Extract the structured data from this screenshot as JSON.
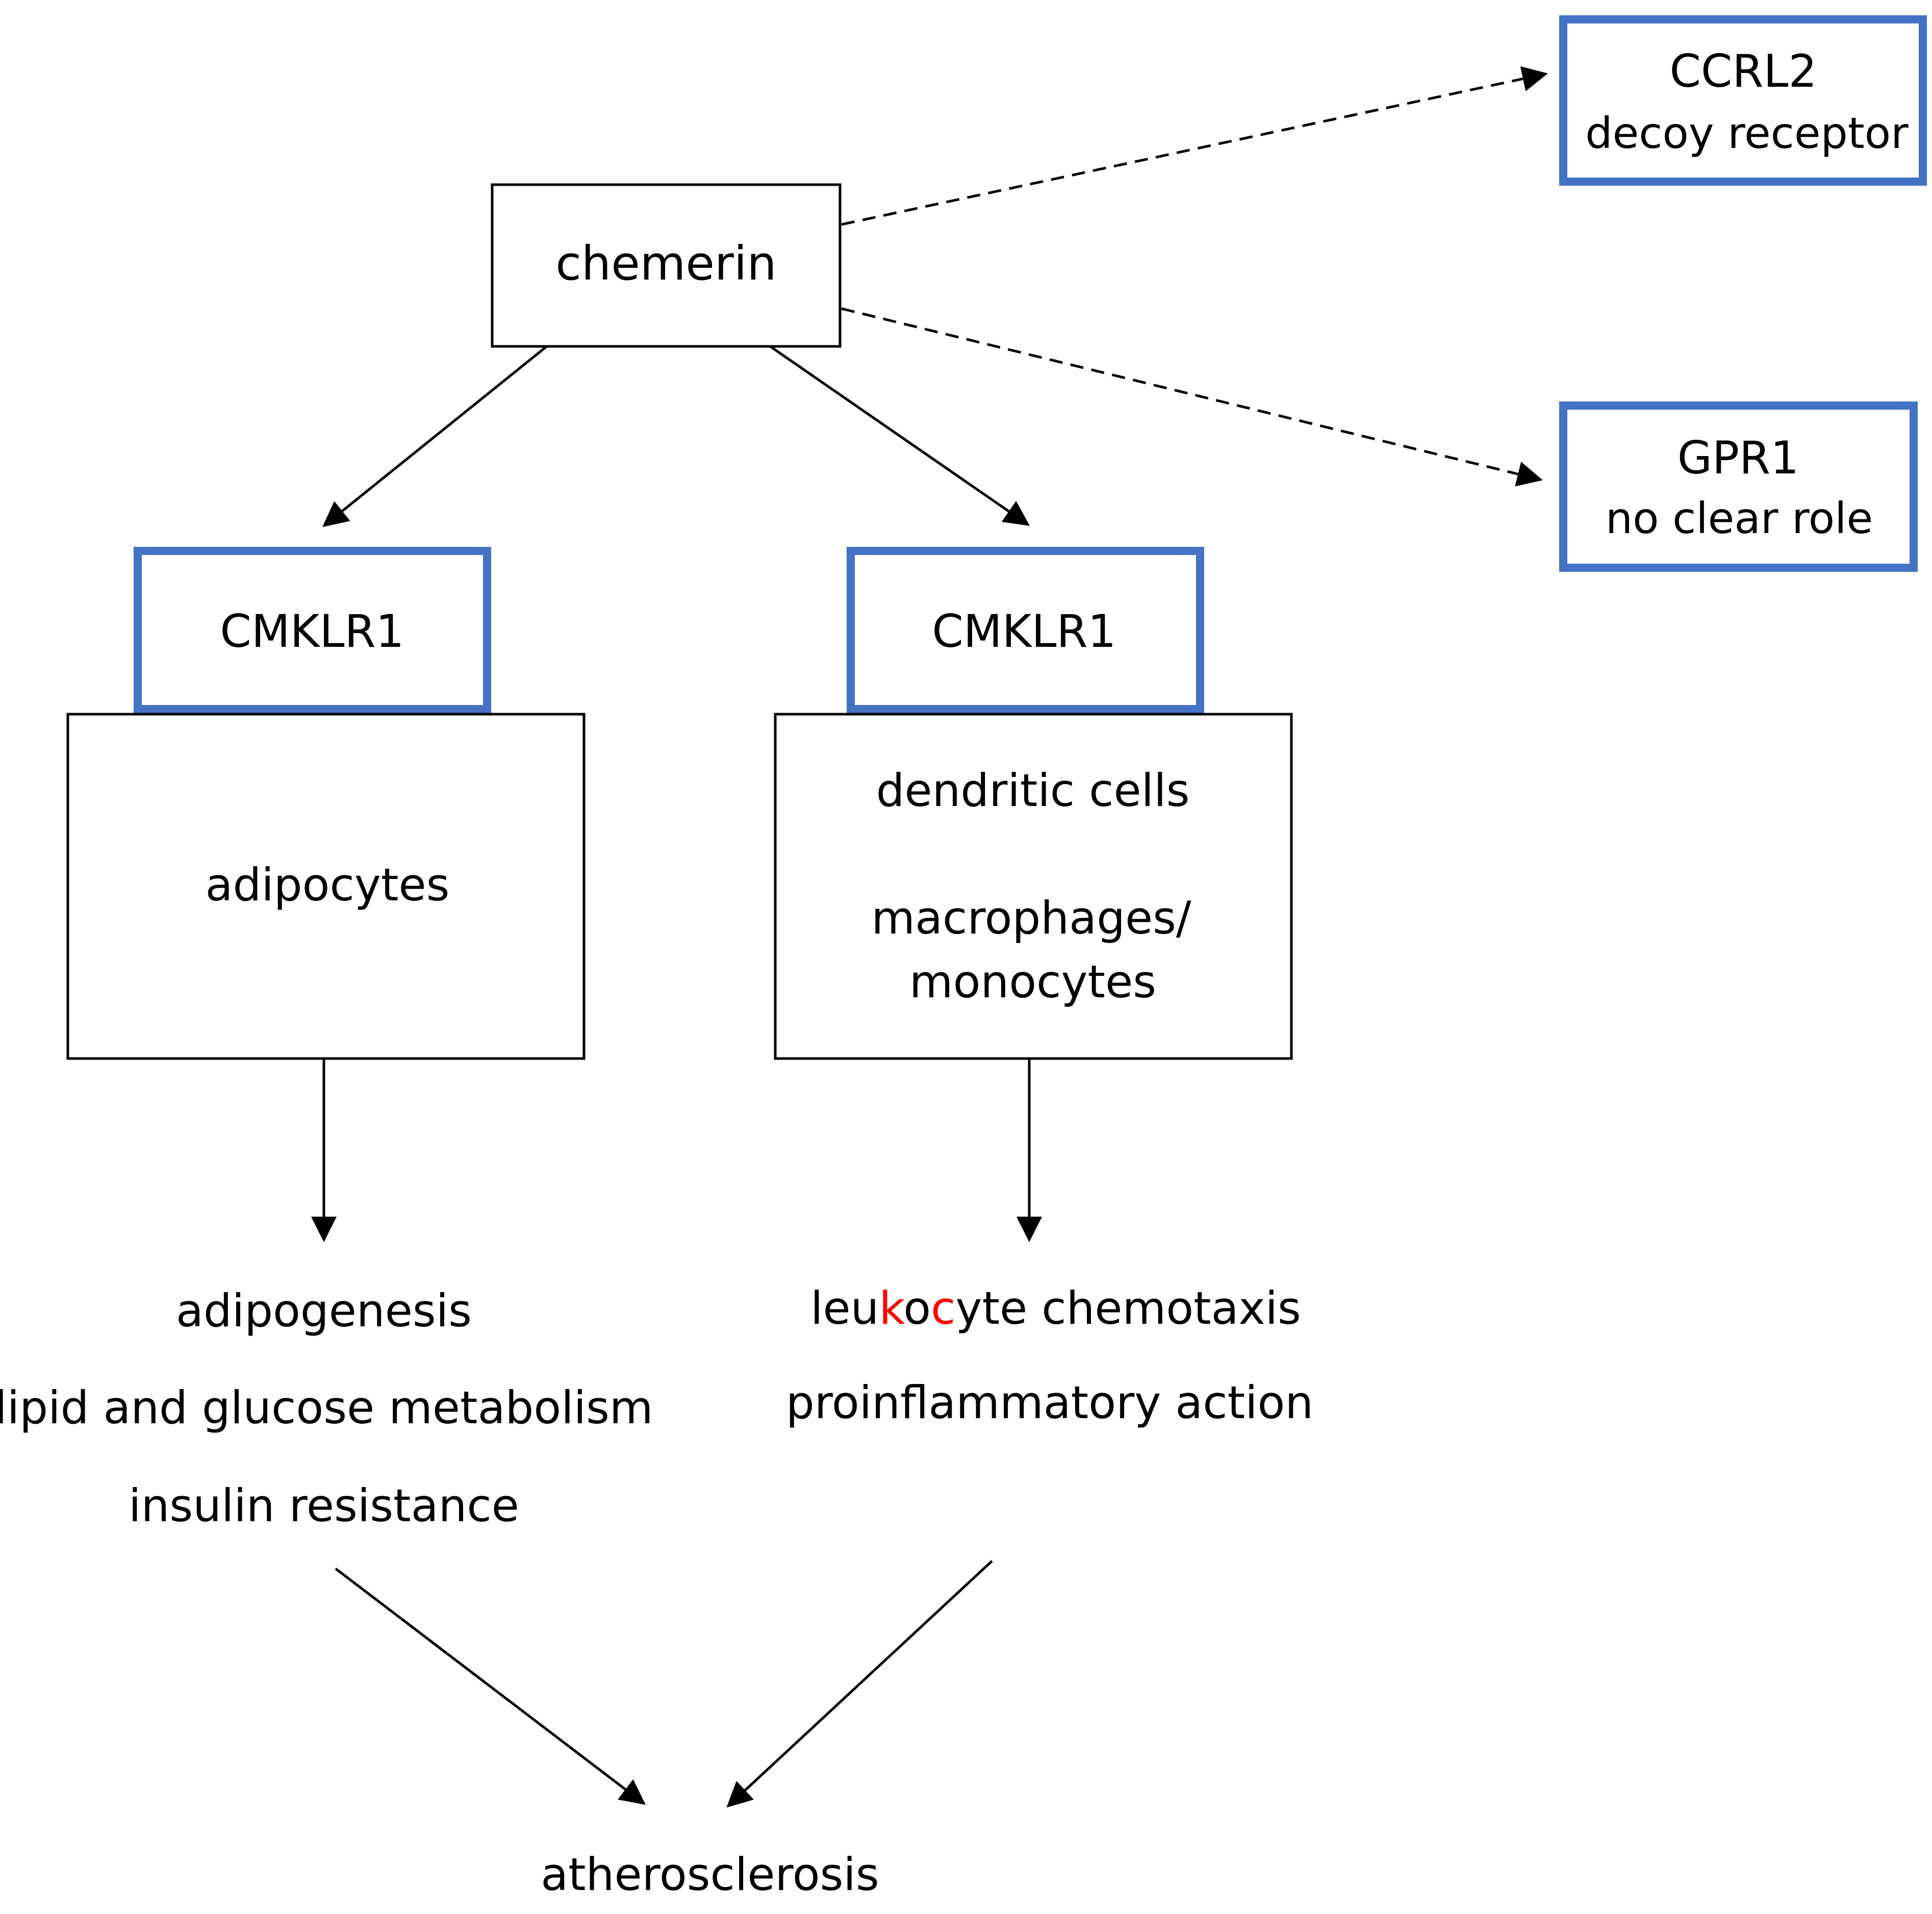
{
  "colors": {
    "receptor_border": "#4472C4",
    "box_border": "#000000",
    "highlight_text": "#FF0000",
    "arrow": "#000000"
  },
  "nodes": {
    "chemerin": "chemerin",
    "ccrl2": {
      "line1": "CCRL2",
      "line2": "decoy receptor"
    },
    "gpr1": {
      "line1": "GPR1",
      "line2": "no clear role"
    },
    "cmklr1_left": "CMKLR1",
    "cmklr1_right": "CMKLR1",
    "adipocytes": "adipocytes",
    "immune_cells": {
      "line1": "dendritic cells",
      "line2": "macrophages/",
      "line3": "monocytes"
    },
    "left_effects": [
      "adipogenesis",
      "lipid and glucose metabolism",
      "insulin resistance"
    ],
    "right_effects": {
      "line1_parts": [
        "leu",
        "k",
        "o",
        "c",
        "yte chemotaxis"
      ],
      "line2": "proinflammatory action"
    },
    "outcome": "atherosclerosis"
  }
}
